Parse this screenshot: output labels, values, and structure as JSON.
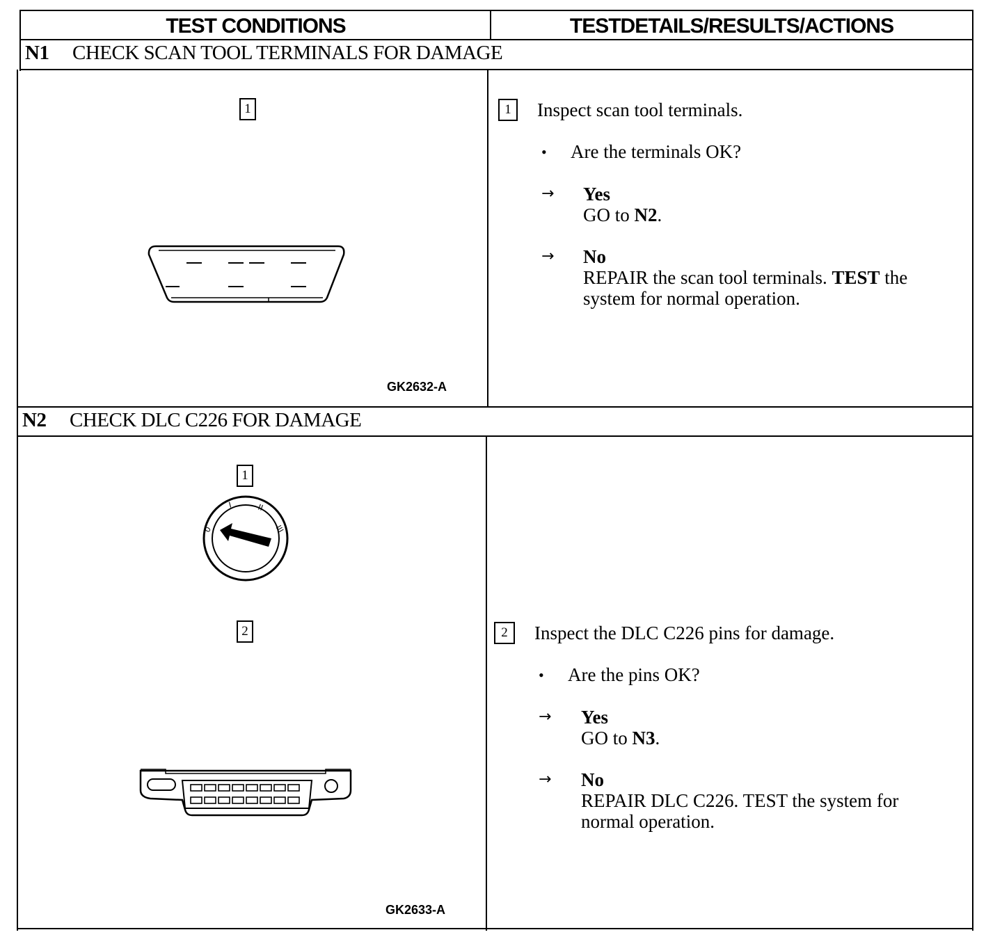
{
  "table_header": {
    "left": "TEST CONDITIONS",
    "right": "TESTDETAILS/RESULTS/ACTIONS"
  },
  "sections": [
    {
      "id": "N1",
      "title": "CHECK SCAN TOOL TERMINALS FOR DAMAGE",
      "figure_step": "1",
      "figure_code": "GK2632-A",
      "step": {
        "num": "1",
        "instruction": "Inspect scan tool terminals.",
        "question": "Are the terminals OK?",
        "yes_label": "Yes",
        "yes_prefix": "GO to ",
        "yes_target": "N2",
        "yes_suffix": ".",
        "no_label": "No",
        "no_line1_a": "REPAIR",
        "no_line1_b": " the scan tool terminals. ",
        "no_line1_c": "TEST",
        "no_line1_d": " the",
        "no_line2": "system for normal operation."
      }
    },
    {
      "id": "N2",
      "title": "CHECK DLC C226 FOR DAMAGE",
      "figure_steps": [
        "1",
        "2"
      ],
      "figure_code": "GK2633-A",
      "ignition_positions": [
        "0",
        "I",
        "II",
        "III"
      ],
      "step": {
        "num": "2",
        "instruction": "Inspect the DLC C226 pins for damage.",
        "question": "Are the pins OK?",
        "yes_label": "Yes",
        "yes_prefix": "GO to ",
        "yes_target": "N3",
        "yes_suffix": ".",
        "no_label": "No",
        "no_line1_a": "REPAIR",
        "no_line1_b": " DLC C226. ",
        "no_line1_c": "TEST",
        "no_line1_d": " the system for",
        "no_line2": "normal operation."
      }
    }
  ],
  "symbols": {
    "bullet": "•",
    "arrow": "→"
  }
}
